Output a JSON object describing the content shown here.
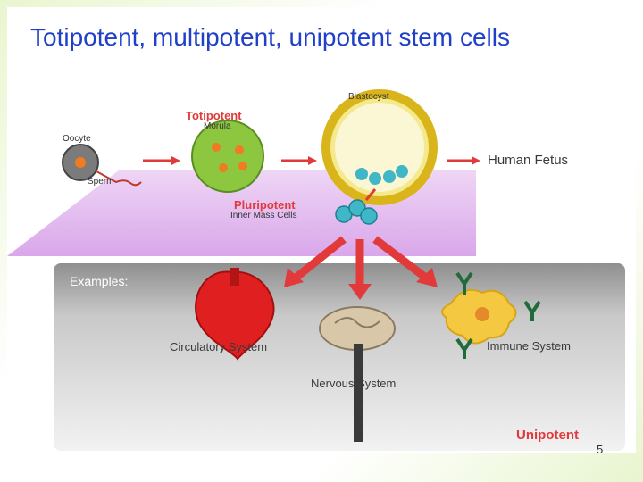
{
  "slide": {
    "title": "Totipotent, multipotent, unipotent stem cells",
    "page_number": "5"
  },
  "diagram": {
    "oocyte": "Oocyte",
    "sperm": "Sperm",
    "totipotent": "Totipotent",
    "morula": "Morula",
    "blastocyst": "Blastocyst",
    "human_fetus": "Human Fetus",
    "pluripotent": "Pluripotent",
    "inner_mass_cells": "Inner Mass Cells",
    "examples": "Examples:",
    "circulatory_system": "Circulatory System",
    "nervous_system": "Nervous System",
    "immune_system": "Immune System",
    "unipotent": "Unipotent"
  },
  "colors": {
    "title": "#2040c8",
    "accent_red": "#e23a3a",
    "plane_purple": "#d9a7ea",
    "cell_green": "#8dc63f",
    "blast_yellow": "#f2d32c"
  }
}
